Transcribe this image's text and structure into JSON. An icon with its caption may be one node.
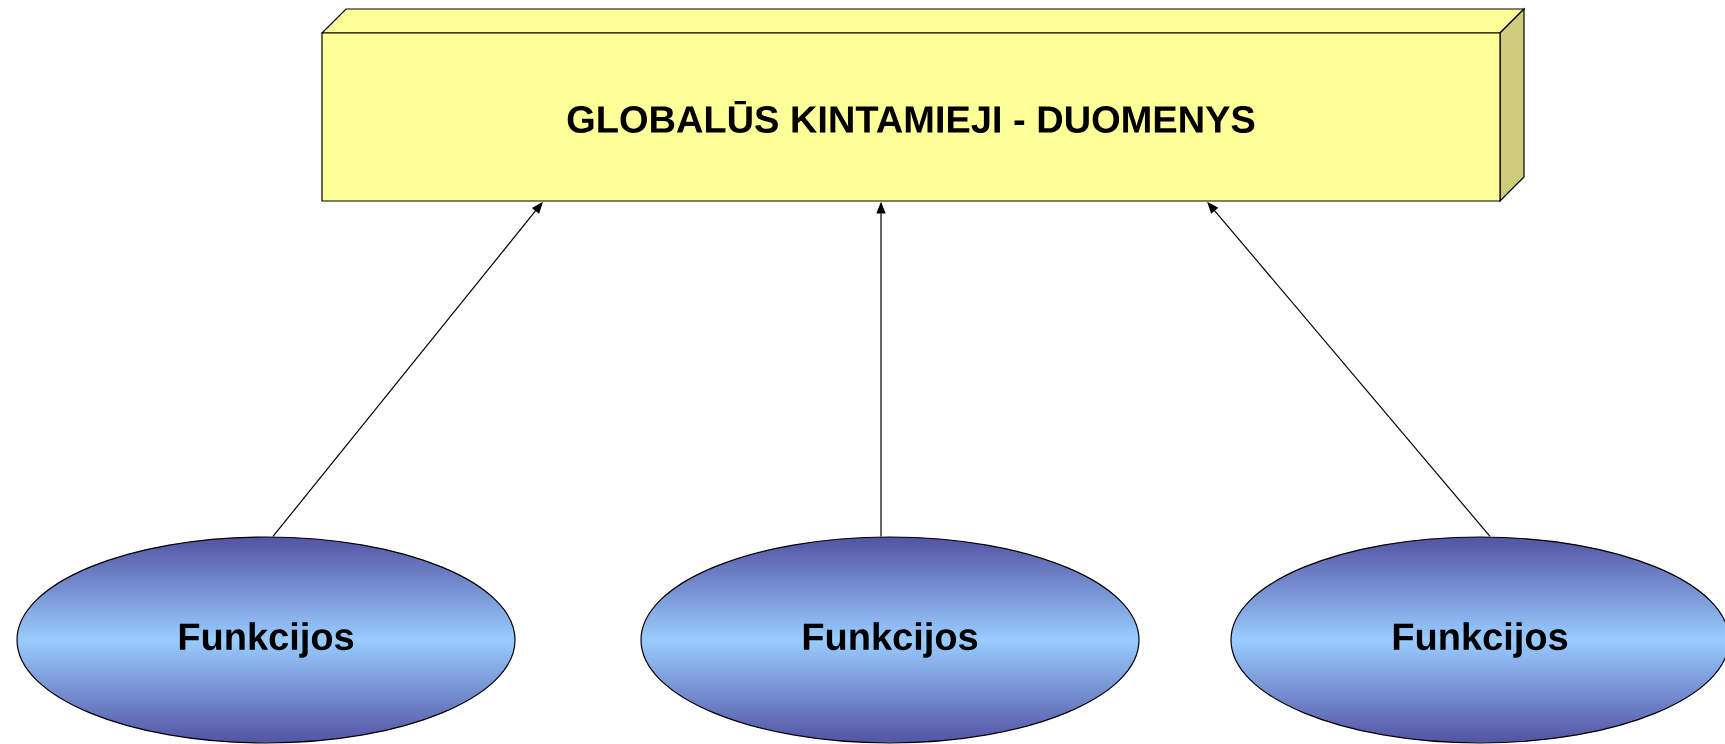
{
  "diagram": {
    "nodes": [
      {
        "text": [
          "GLOBALŪS KINTAMIEJI - DUOMENYS"
        ]
      },
      {
        "text": [
          "Funkcijos"
        ]
      },
      {
        "text": [
          "Funkcijos"
        ]
      },
      {
        "text": [
          "Funkcijos"
        ]
      }
    ],
    "edges": [
      {
        "from": 1,
        "to": 0,
        "arrow": "to"
      },
      {
        "from": 2,
        "to": 0,
        "arrow": "to"
      },
      {
        "from": 3,
        "to": 0,
        "arrow": "to"
      }
    ]
  }
}
